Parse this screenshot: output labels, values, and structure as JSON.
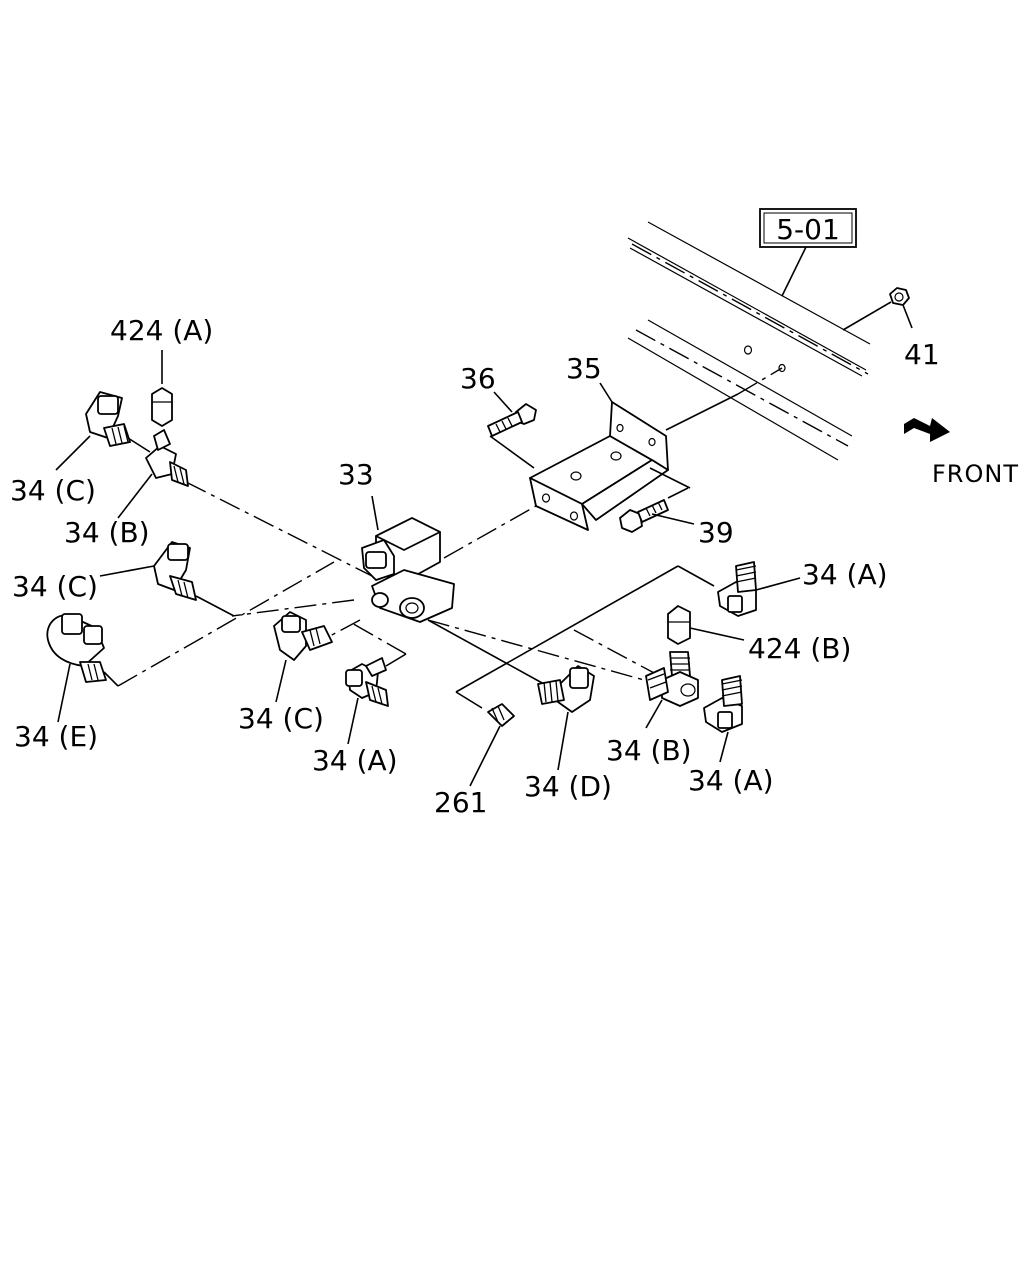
{
  "labels": {
    "ref_box": "5-01",
    "nut_41": "41",
    "front": "FRONT",
    "bolt_36": "36",
    "bracket_35": "35",
    "valve_33": "33",
    "bolt_39": "39",
    "adapter_424A": "424 (A)",
    "fit_34C_top": "34 (C)",
    "fit_34B_top": "34 (B)",
    "fit_34C_mid": "34 (C)",
    "fit_34E": "34 (E)",
    "fit_34C_low": "34 (C)",
    "fit_34A_low": "34 (A)",
    "plug_261": "261",
    "fit_34D": "34 (D)",
    "fit_34A_right_top": "34 (A)",
    "adapter_424B": "424 (B)",
    "fit_34B_right": "34 (B)",
    "fit_34A_right_low": "34 (A)"
  },
  "colors": {
    "ink": "#000000",
    "paper": "#ffffff"
  },
  "icons": {
    "front_arrow": "front-arrow-icon"
  }
}
